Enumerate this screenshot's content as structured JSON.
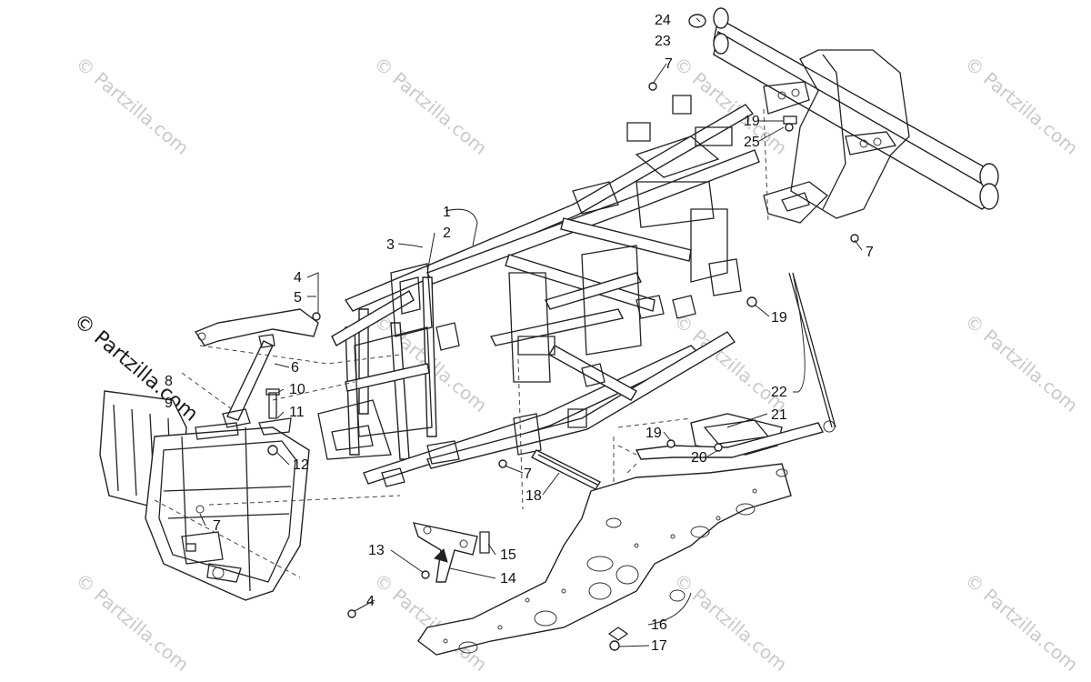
{
  "watermarks": {
    "text": "© Partzilla.com",
    "bold_text": "© Partzilla.com"
  },
  "callouts": [
    {
      "id": "c1",
      "label": "1"
    },
    {
      "id": "c2",
      "label": "2"
    },
    {
      "id": "c3",
      "label": "3"
    },
    {
      "id": "c4a",
      "label": "4"
    },
    {
      "id": "c4b",
      "label": "4"
    },
    {
      "id": "c5",
      "label": "5"
    },
    {
      "id": "c6",
      "label": "6"
    },
    {
      "id": "c7a",
      "label": "7"
    },
    {
      "id": "c7b",
      "label": "7"
    },
    {
      "id": "c7c",
      "label": "7"
    },
    {
      "id": "c7d",
      "label": "7"
    },
    {
      "id": "c8",
      "label": "8"
    },
    {
      "id": "c9",
      "label": "9"
    },
    {
      "id": "c10",
      "label": "10"
    },
    {
      "id": "c11",
      "label": "11"
    },
    {
      "id": "c12",
      "label": "12"
    },
    {
      "id": "c13",
      "label": "13"
    },
    {
      "id": "c14",
      "label": "14"
    },
    {
      "id": "c15",
      "label": "15"
    },
    {
      "id": "c16",
      "label": "16"
    },
    {
      "id": "c17",
      "label": "17"
    },
    {
      "id": "c18",
      "label": "18"
    },
    {
      "id": "c19a",
      "label": "19"
    },
    {
      "id": "c19b",
      "label": "19"
    },
    {
      "id": "c19c",
      "label": "19"
    },
    {
      "id": "c20",
      "label": "20"
    },
    {
      "id": "c21",
      "label": "21"
    },
    {
      "id": "c22",
      "label": "22"
    },
    {
      "id": "c23",
      "label": "23"
    },
    {
      "id": "c24",
      "label": "24"
    },
    {
      "id": "c25",
      "label": "25"
    }
  ],
  "colors": {
    "line": "#222222",
    "watermark": "#c9c9c9",
    "background": "#ffffff"
  }
}
